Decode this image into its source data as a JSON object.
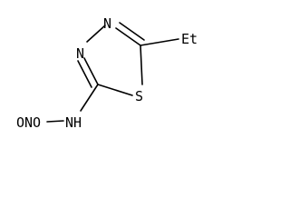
{
  "molecule": {
    "atoms": {
      "n3": "N",
      "n4": "N",
      "s1": "S",
      "ethyl": "Et",
      "amine": "NH",
      "nitroso": "ONO"
    },
    "colors": {
      "bond": "#000000",
      "label": "#000000",
      "background": "#ffffff"
    }
  }
}
